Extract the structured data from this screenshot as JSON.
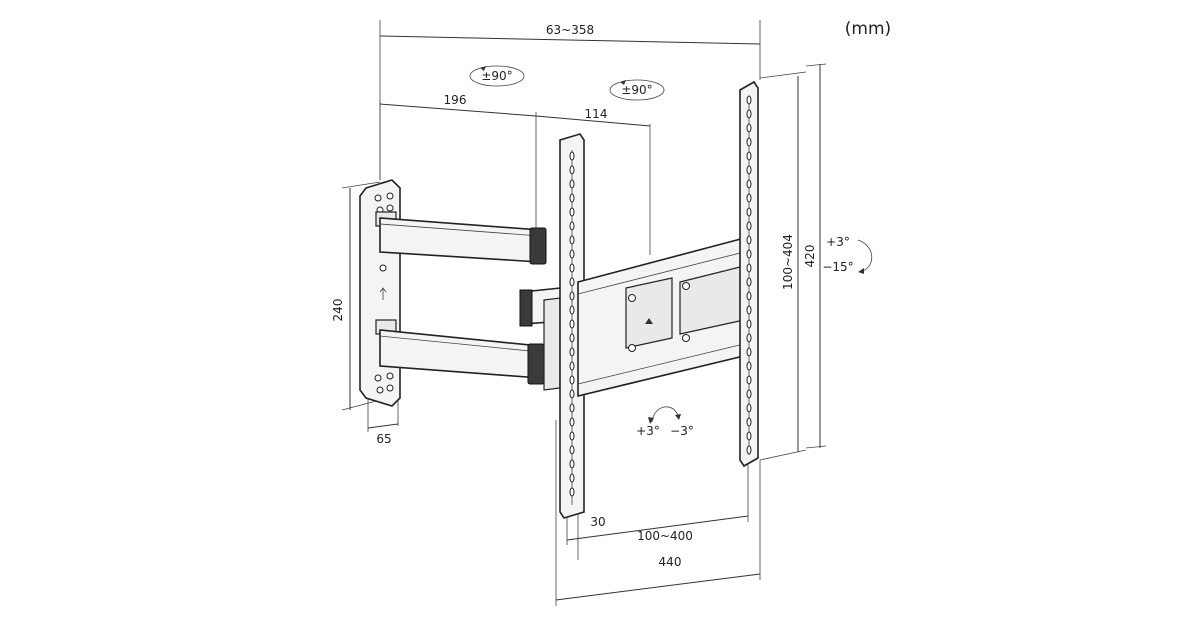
{
  "units": "(mm)",
  "dimensions": {
    "overall_depth": "63~358",
    "arm_length": "196",
    "arm_offset": "114",
    "wall_plate_height": "240",
    "wall_plate_width": "65",
    "vesa_vertical": "100~404",
    "bracket_height": "420",
    "vesa_horizontal": "100~400",
    "rail_offset": "30",
    "bracket_width": "440"
  },
  "angles": {
    "swivel_left": "±90°",
    "swivel_right": "±90°",
    "tilt_up": "+3°",
    "tilt_down": "−15°",
    "rotate_left": "+3°",
    "rotate_right": "−3°"
  }
}
